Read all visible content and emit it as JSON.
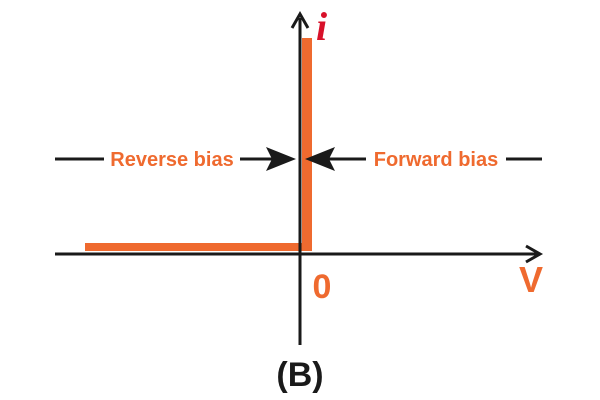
{
  "labels": {
    "current_axis": "i",
    "voltage_axis": "V",
    "origin": "0",
    "reverse_bias": "Reverse bias",
    "forward_bias": "Forward bias",
    "caption": "(B)"
  },
  "colors": {
    "axis": "#1a1a1a",
    "curve": "#ef6a2f",
    "label": "#ef6a2f",
    "current_label": "#d8112a"
  }
}
